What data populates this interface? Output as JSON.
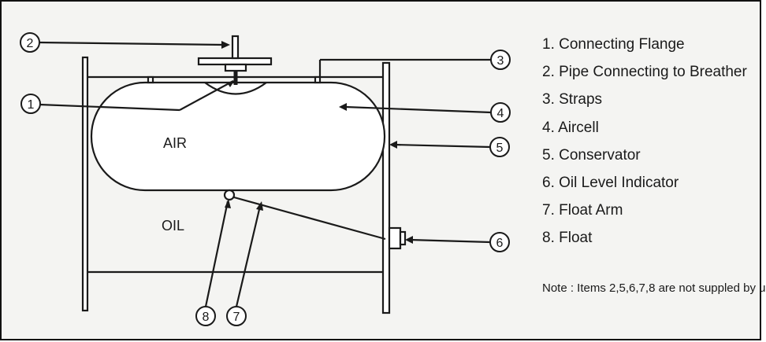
{
  "diagram": {
    "region_labels": {
      "air": "AIR",
      "oil": "OIL"
    },
    "callouts": [
      "1",
      "2",
      "3",
      "4",
      "5",
      "6",
      "7",
      "8"
    ]
  },
  "legend": {
    "items": [
      "1. Connecting Flange",
      "2. Pipe Connecting to Breather",
      "3. Straps",
      "4. Aircell",
      "5. Conservator",
      "6. Oil Level Indicator",
      "7. Float Arm",
      "8. Float"
    ],
    "note": "Note : Items 2,5,6,7,8 are not suppled by u"
  },
  "colors": {
    "line": "#1a1a1a",
    "background": "#f4f4f2"
  }
}
